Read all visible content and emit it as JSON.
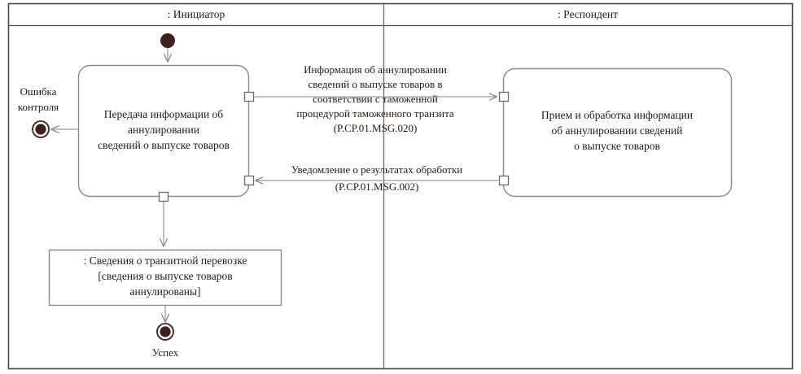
{
  "diagram": {
    "type": "uml-activity-swimlane",
    "frame_border_color": "#555555",
    "line_color": "#8a8a8a",
    "node_fill": "#ffffff",
    "terminal_color": "#3d211a",
    "text_color": "#221a14"
  },
  "lanes": [
    {
      "id": "initiator",
      "title": ": Инициатор"
    },
    {
      "id": "respondent",
      "title": ": Респондент"
    }
  ],
  "nodes": {
    "initial": {
      "name": "initial-node",
      "label": ""
    },
    "activity_left": {
      "lines": [
        "Передача информации об",
        "аннулировании",
        "сведений о выпуске товаров"
      ]
    },
    "activity_right": {
      "lines": [
        "Прием и обработка информации",
        "об аннулировании сведений",
        "о выпуске товаров"
      ]
    },
    "object_node": {
      "lines": [
        ": Сведения о транзитной перевозке",
        "[сведения о выпуске товаров",
        "аннулированы]"
      ]
    },
    "final_error": {
      "label_lines": [
        "Ошибка",
        "контроля"
      ]
    },
    "final_success": {
      "label": "Успех"
    }
  },
  "messages": [
    {
      "id": "msg-request",
      "direction": "initiator-to-respondent",
      "lines": [
        "Информация об аннулировании",
        "сведений о выпуске товаров в",
        "соответствии с таможенной",
        "процедурой таможенного транзита",
        "(P.CP.01.MSG.020)"
      ]
    },
    {
      "id": "msg-response",
      "direction": "respondent-to-initiator",
      "lines": [
        "Уведомление о результатах обработки",
        "(P.CP.01.MSG.002)"
      ]
    }
  ]
}
